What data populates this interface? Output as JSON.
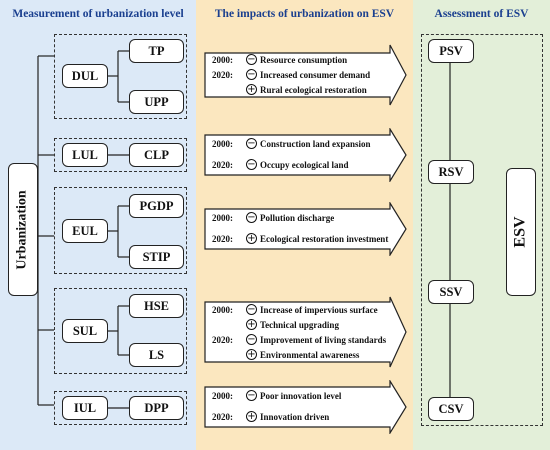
{
  "panels": {
    "measurement_title": "Measurement of urbanization level",
    "impacts_title": "The impacts of urbanization on ESV",
    "assessment_title": "Assessment of ESV"
  },
  "root_label": "Urbanization",
  "esv_label": "ESV",
  "groups": [
    {
      "label": "DUL",
      "children": [
        "TP",
        "UPP"
      ]
    },
    {
      "label": "LUL",
      "children": [
        "CLP"
      ]
    },
    {
      "label": "EUL",
      "children": [
        "PGDP",
        "STIP"
      ]
    },
    {
      "label": "SUL",
      "children": [
        "HSE",
        "LS"
      ]
    },
    {
      "label": "IUL",
      "children": [
        "DPP"
      ]
    }
  ],
  "impacts": [
    [
      {
        "year": "2000:",
        "sign": "minus",
        "text": "Resource consumption"
      },
      {
        "year": "2020:",
        "sign": "minus",
        "text": "Increased consumer demand"
      },
      {
        "year": "",
        "sign": "plus",
        "text": "Rural ecological restoration"
      }
    ],
    [
      {
        "year": "2000:",
        "sign": "minus",
        "text": "Construction land expansion"
      },
      {
        "year": "2020:",
        "sign": "minus",
        "text": "Occupy ecological land"
      }
    ],
    [
      {
        "year": "2000:",
        "sign": "minus",
        "text": "Pollution discharge"
      },
      {
        "year": "2020:",
        "sign": "plus",
        "text": "Ecological restoration investment"
      }
    ],
    [
      {
        "year": "2000:",
        "sign": "minus",
        "text": "Increase of impervious surface"
      },
      {
        "year": "",
        "sign": "plus",
        "text": "Technical upgrading"
      },
      {
        "year": "2020:",
        "sign": "minus",
        "text": "Improvement of living standards"
      },
      {
        "year": "",
        "sign": "plus",
        "text": "Environmental awareness"
      }
    ],
    [
      {
        "year": "2000:",
        "sign": "minus",
        "text": "Poor innovation level"
      },
      {
        "year": "2020:",
        "sign": "plus",
        "text": "Innovation driven"
      }
    ]
  ],
  "assessment": [
    "PSV",
    "RSV",
    "SSV",
    "CSV"
  ],
  "colors": {
    "blue_panel": "#dce9f7",
    "yellow_panel": "#fbe7bf",
    "green_panel": "#e3efd9",
    "title_text": "#1a3f8f"
  }
}
